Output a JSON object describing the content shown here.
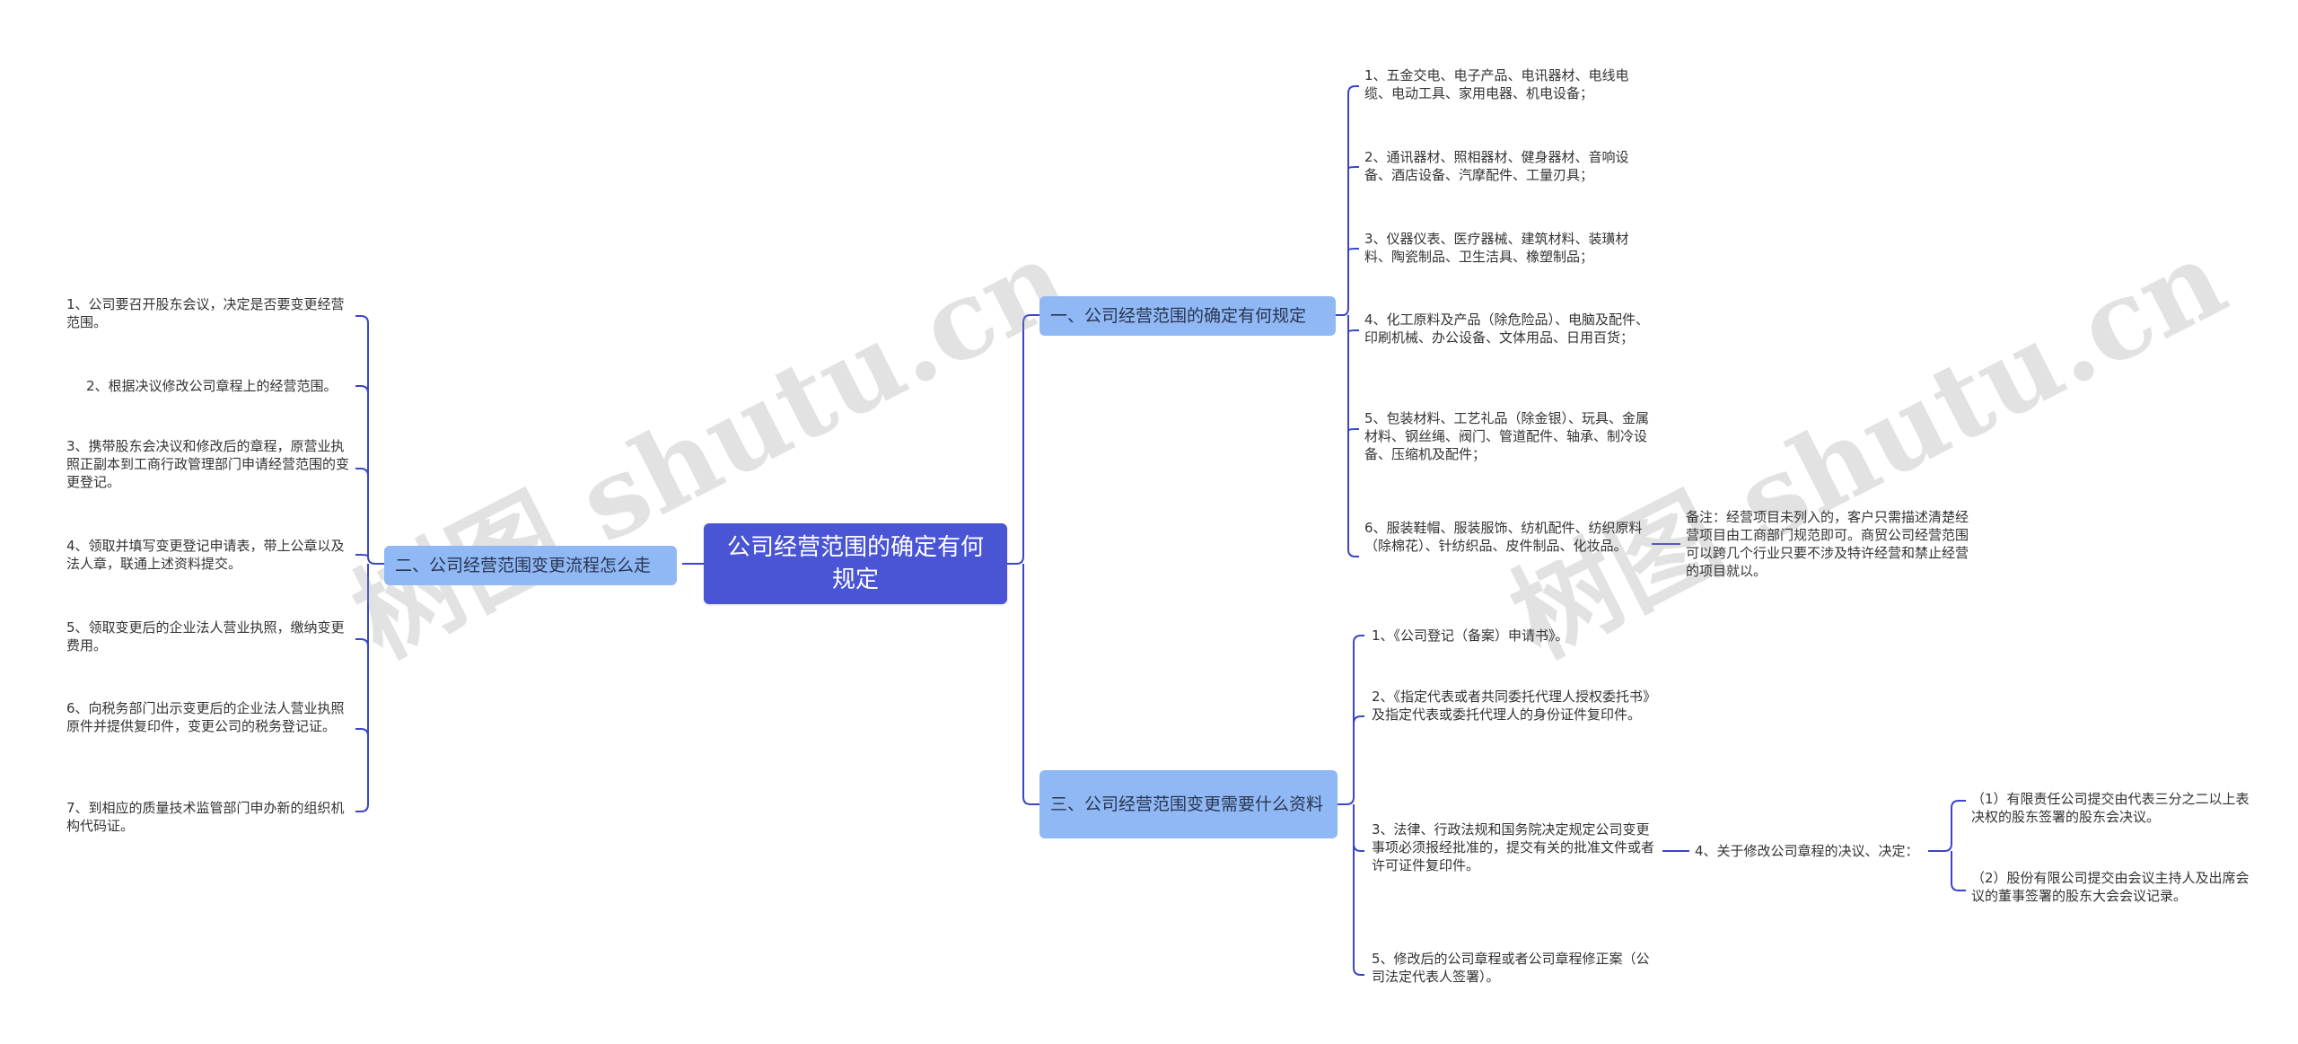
{
  "root": {
    "title": "公司经营范围的确定有何规定"
  },
  "branches": {
    "b1": {
      "label": "一、公司经营范围的确定有何规定"
    },
    "b2": {
      "label": "二、公司经营范围变更流程怎么走"
    },
    "b3": {
      "label": "三、公司经营范围变更需要什么资料"
    }
  },
  "b1_items": [
    "1、五金交电、电子产品、电讯器材、电线电缆、电动工具、家用电器、机电设备；",
    "2、通讯器材、照相器材、健身器材、音响设备、酒店设备、汽摩配件、工量刃具；",
    "3、仪器仪表、医疗器械、建筑材料、装璜材料、陶瓷制品、卫生洁具、橡塑制品；",
    "4、化工原料及产品（除危险品）、电脑及配件、印刷机械、办公设备、文体用品、日用百货；",
    "5、包装材料、工艺礼品（除金银）、玩具、金属材料、钢丝绳、阀门、管道配件、轴承、制冷设备、压缩机及配件；",
    "6、服装鞋帽、服装服饰、纺机配件、纺织原料（除棉花）、针纺织品、皮件制品、化妆品。"
  ],
  "b1_note": "备注：经营项目未列入的，客户只需描述清楚经营项目由工商部门规范即可。商贸公司经营范围可以跨几个行业只要不涉及特许经营和禁止经营的项目就以。",
  "b2_items": [
    "1、公司要召开股东会议，决定是否要变更经营范围。",
    "2、根据决议修改公司章程上的经营范围。",
    "3、携带股东会决议和修改后的章程，原营业执照正副本到工商行政管理部门申请经营范围的变更登记。",
    "4、领取并填写变更登记申请表，带上公章以及法人章，联通上述资料提交。",
    "5、领取变更后的企业法人营业执照，缴纳变更费用。",
    "6、向税务部门出示变更后的企业法人营业执照原件并提供复印件，变更公司的税务登记证。",
    "7、到相应的质量技术监管部门申办新的组织机构代码证。"
  ],
  "b3_items": [
    "1、《公司登记（备案）申请书》。",
    "2、《指定代表或者共同委托代理人授权委托书》及指定代表或委托代理人的身份证件复印件。",
    "3、法律、行政法规和国务院决定规定公司变更事项必须报经批准的，提交有关的批准文件或者许可证件复印件。",
    "5、修改后的公司章程或者公司章程修正案（公司法定代表人签署）。"
  ],
  "b3_sub": {
    "label": "4、关于修改公司章程的决议、决定：",
    "items": [
      "（1）有限责任公司提交由代表三分之二以上表决权的股东签署的股东会决议。",
      "（2）股份有限公司提交由会议主持人及出席会议的董事签署的股东大会会议记录。"
    ]
  },
  "watermarks": [
    "树图 shutu.cn",
    "树图 shutu.cn"
  ],
  "colors": {
    "root": "#4a55d6",
    "branch": "#8fb8f5",
    "line": "#3a45c8"
  }
}
